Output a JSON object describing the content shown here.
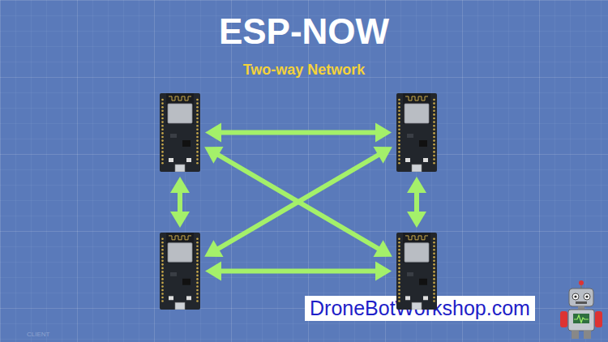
{
  "diagram": {
    "title": "ESP-NOW",
    "nodes": [
      {
        "text": []
      },
      {
        "text": []
      },
      {
        "text": []
      },
      {
        "text": []
      }
    ],
    "edges": [
      {
        "from": 0,
        "to": 1,
        "arrow": "both"
      },
      {
        "from": 0,
        "to": 2,
        "arrow": "both"
      },
      {
        "from": 1,
        "to": 3,
        "arrow": "both"
      },
      {
        "from": 2,
        "to": 3,
        "arrow": "both"
      },
      {
        "from": 0,
        "to": 3,
        "arrow": "both"
      },
      {
        "from": 1,
        "to": 2,
        "arrow": "both"
      }
    ],
    "labels": [
      "Two-way Network",
      "DroneBotWorkshop.com",
      "CLIENT"
    ]
  }
}
